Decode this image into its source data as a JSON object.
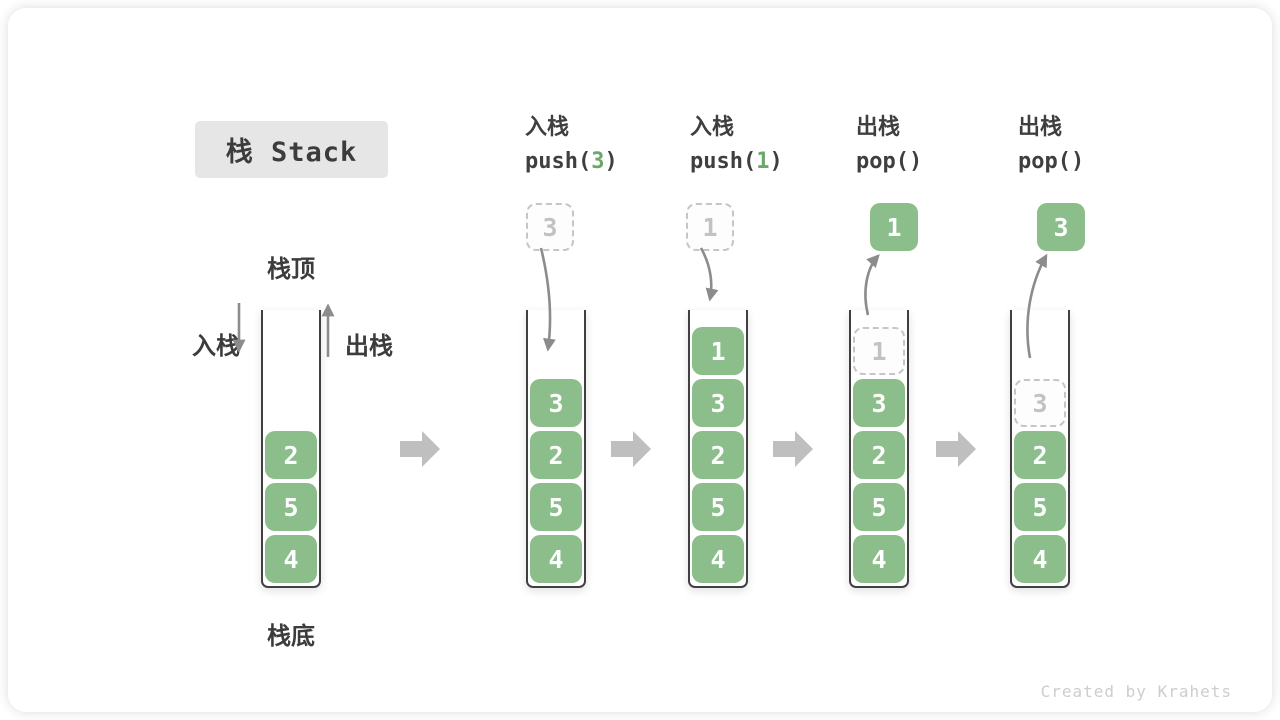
{
  "title_badge": "栈 Stack",
  "footer_credit": "Created by Krahets",
  "labels": {
    "stack_top": "栈顶",
    "stack_bottom": "栈底",
    "push_side": "入栈",
    "pop_side": "出栈"
  },
  "stages": [
    {
      "blocks": [
        "2",
        "5",
        "4"
      ]
    },
    {
      "op_name": "入栈",
      "op_pre": "push(",
      "op_arg": "3",
      "op_post": ")",
      "incoming_value": "3",
      "blocks": [
        "3",
        "2",
        "5",
        "4"
      ]
    },
    {
      "op_name": "入栈",
      "op_pre": "push(",
      "op_arg": "1",
      "op_post": ")",
      "incoming_value": "1",
      "blocks": [
        "1",
        "3",
        "2",
        "5",
        "4"
      ]
    },
    {
      "op_name": "出栈",
      "op_pre": "pop()",
      "op_arg": "",
      "op_post": "",
      "popped_value": "1",
      "ghost_value": "1",
      "blocks": [
        "3",
        "2",
        "5",
        "4"
      ]
    },
    {
      "op_name": "出栈",
      "op_pre": "pop()",
      "op_arg": "",
      "op_post": "",
      "popped_value": "3",
      "ghost_value": "3",
      "blocks": [
        "2",
        "5",
        "4"
      ]
    }
  ],
  "colors": {
    "block_green": "#8bbe8b",
    "code_arg_green": "#69a869",
    "container_border": "#404040",
    "flow_arrow_gray": "#8c8c8c",
    "transition_arrow_gray": "#bfbfbf",
    "ghost_gray": "#c6c6c6",
    "title_badge_bg": "#e6e6e6",
    "text_dark": "#3c3c3c",
    "footer_gray": "#cdcdcd"
  }
}
